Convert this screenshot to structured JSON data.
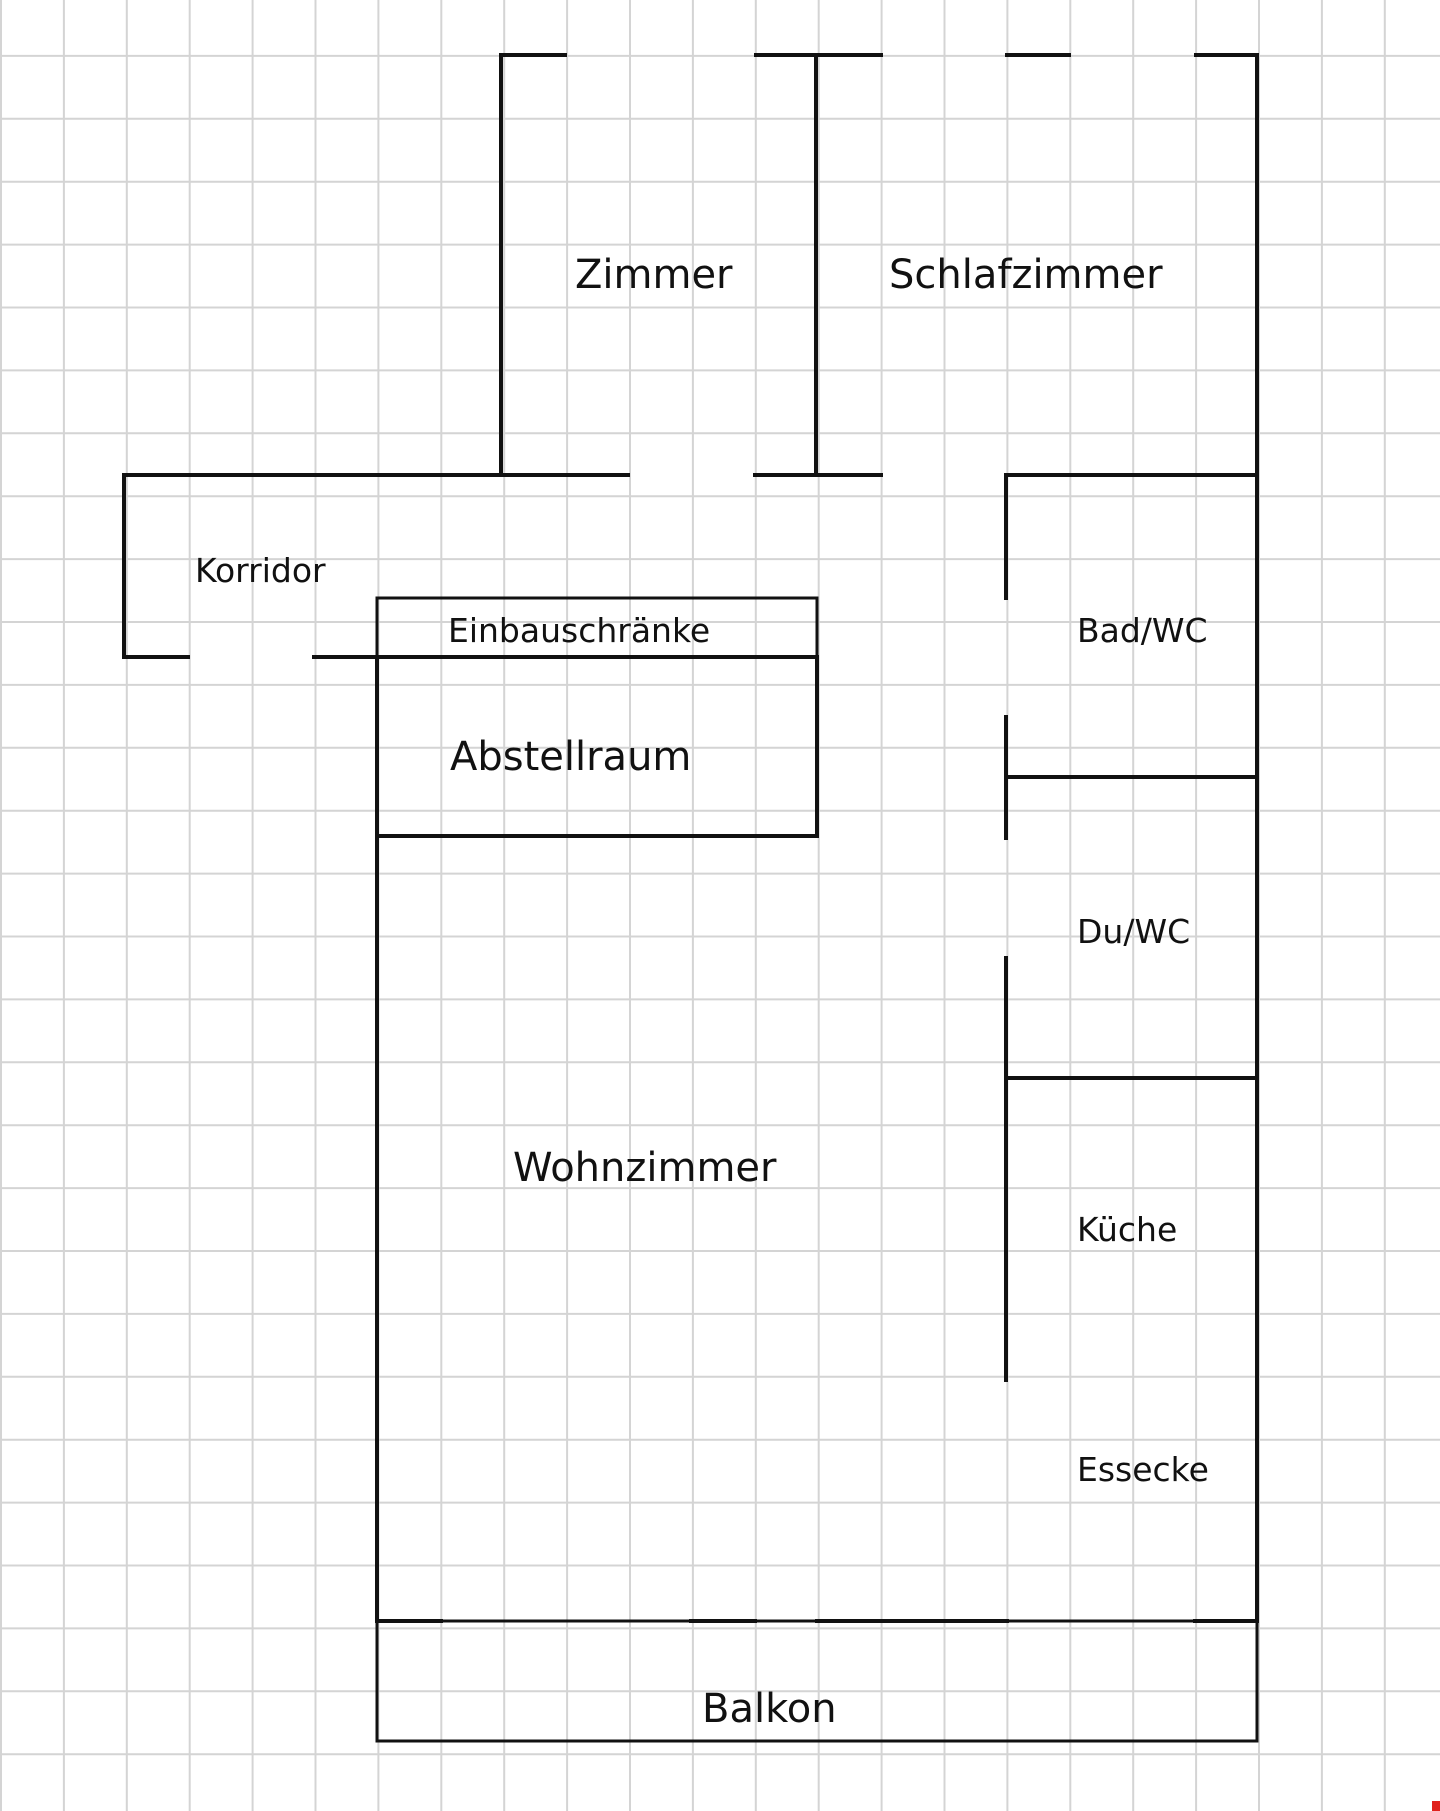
{
  "colors": {
    "background": "#ffffff",
    "grid": "#d4d4d4",
    "walls": "#111111",
    "text": "#111111",
    "corner_mark": "#e0211d"
  },
  "rooms": {
    "zimmer": "Zimmer",
    "schlafzimmer": "Schlafzimmer",
    "korridor": "Korridor",
    "einbauschraenke": "Einbauschränke",
    "abstellraum": "Abstellraum",
    "bad_wc": "Bad/WC",
    "du_wc": "Du/WC",
    "wohnzimmer": "Wohnzimmer",
    "kueche": "Küche",
    "essecke": "Essecke",
    "balkon": "Balkon"
  }
}
